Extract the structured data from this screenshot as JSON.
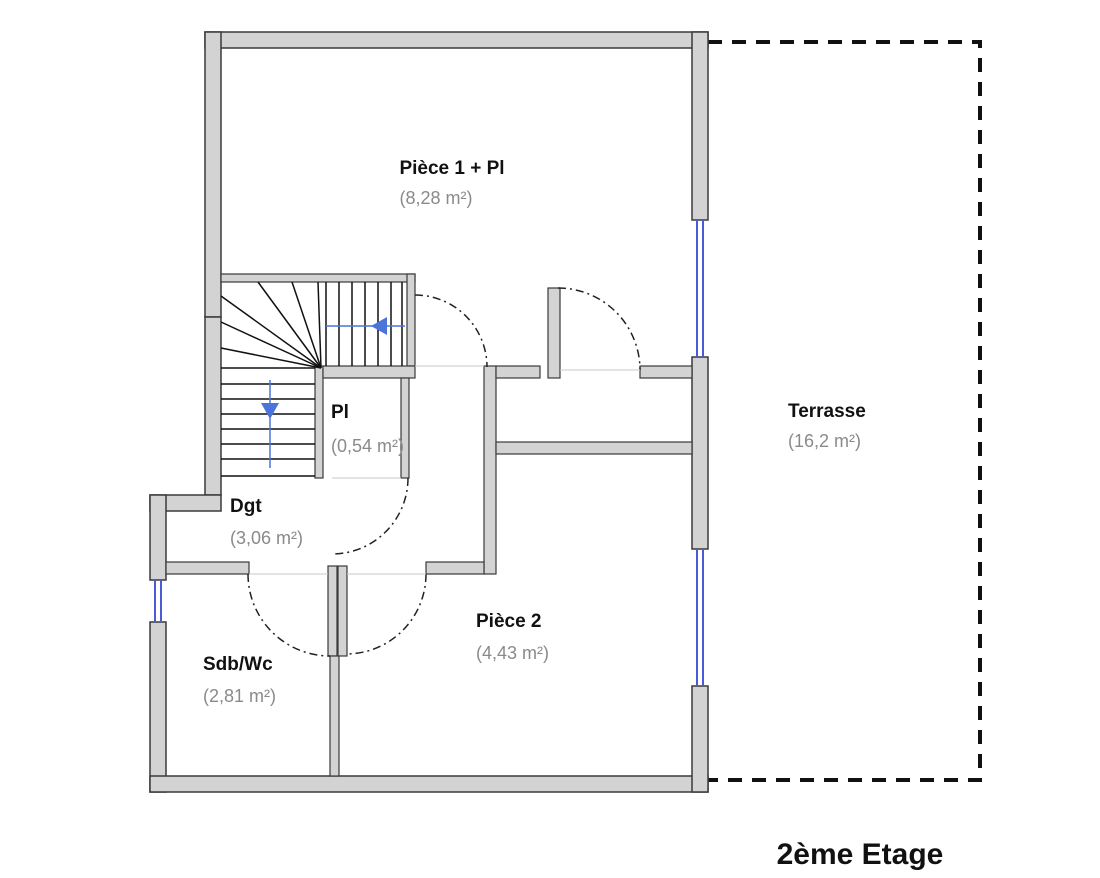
{
  "floor": {
    "title": "2ème Etage"
  },
  "rooms": [
    {
      "id": "piece1",
      "name": "Pièce 1 + Pl",
      "area": "(8,28 m²)"
    },
    {
      "id": "placard",
      "name": "Pl",
      "area": "(0,54 m²)"
    },
    {
      "id": "degagement",
      "name": "Dgt",
      "area": "(3,06 m²)"
    },
    {
      "id": "piece2",
      "name": "Pièce 2",
      "area": "(4,43 m²)"
    },
    {
      "id": "sdb",
      "name": "Sdb/Wc",
      "area": "(2,81 m²)"
    },
    {
      "id": "terrasse",
      "name": "Terrasse",
      "area": "(16,2 m²)"
    }
  ],
  "colors": {
    "wall_fill": "#d3d3d3",
    "wall_stroke": "#3a3a3a",
    "window": "#4a5bd6",
    "stair_arrow": "#4a74d9"
  }
}
